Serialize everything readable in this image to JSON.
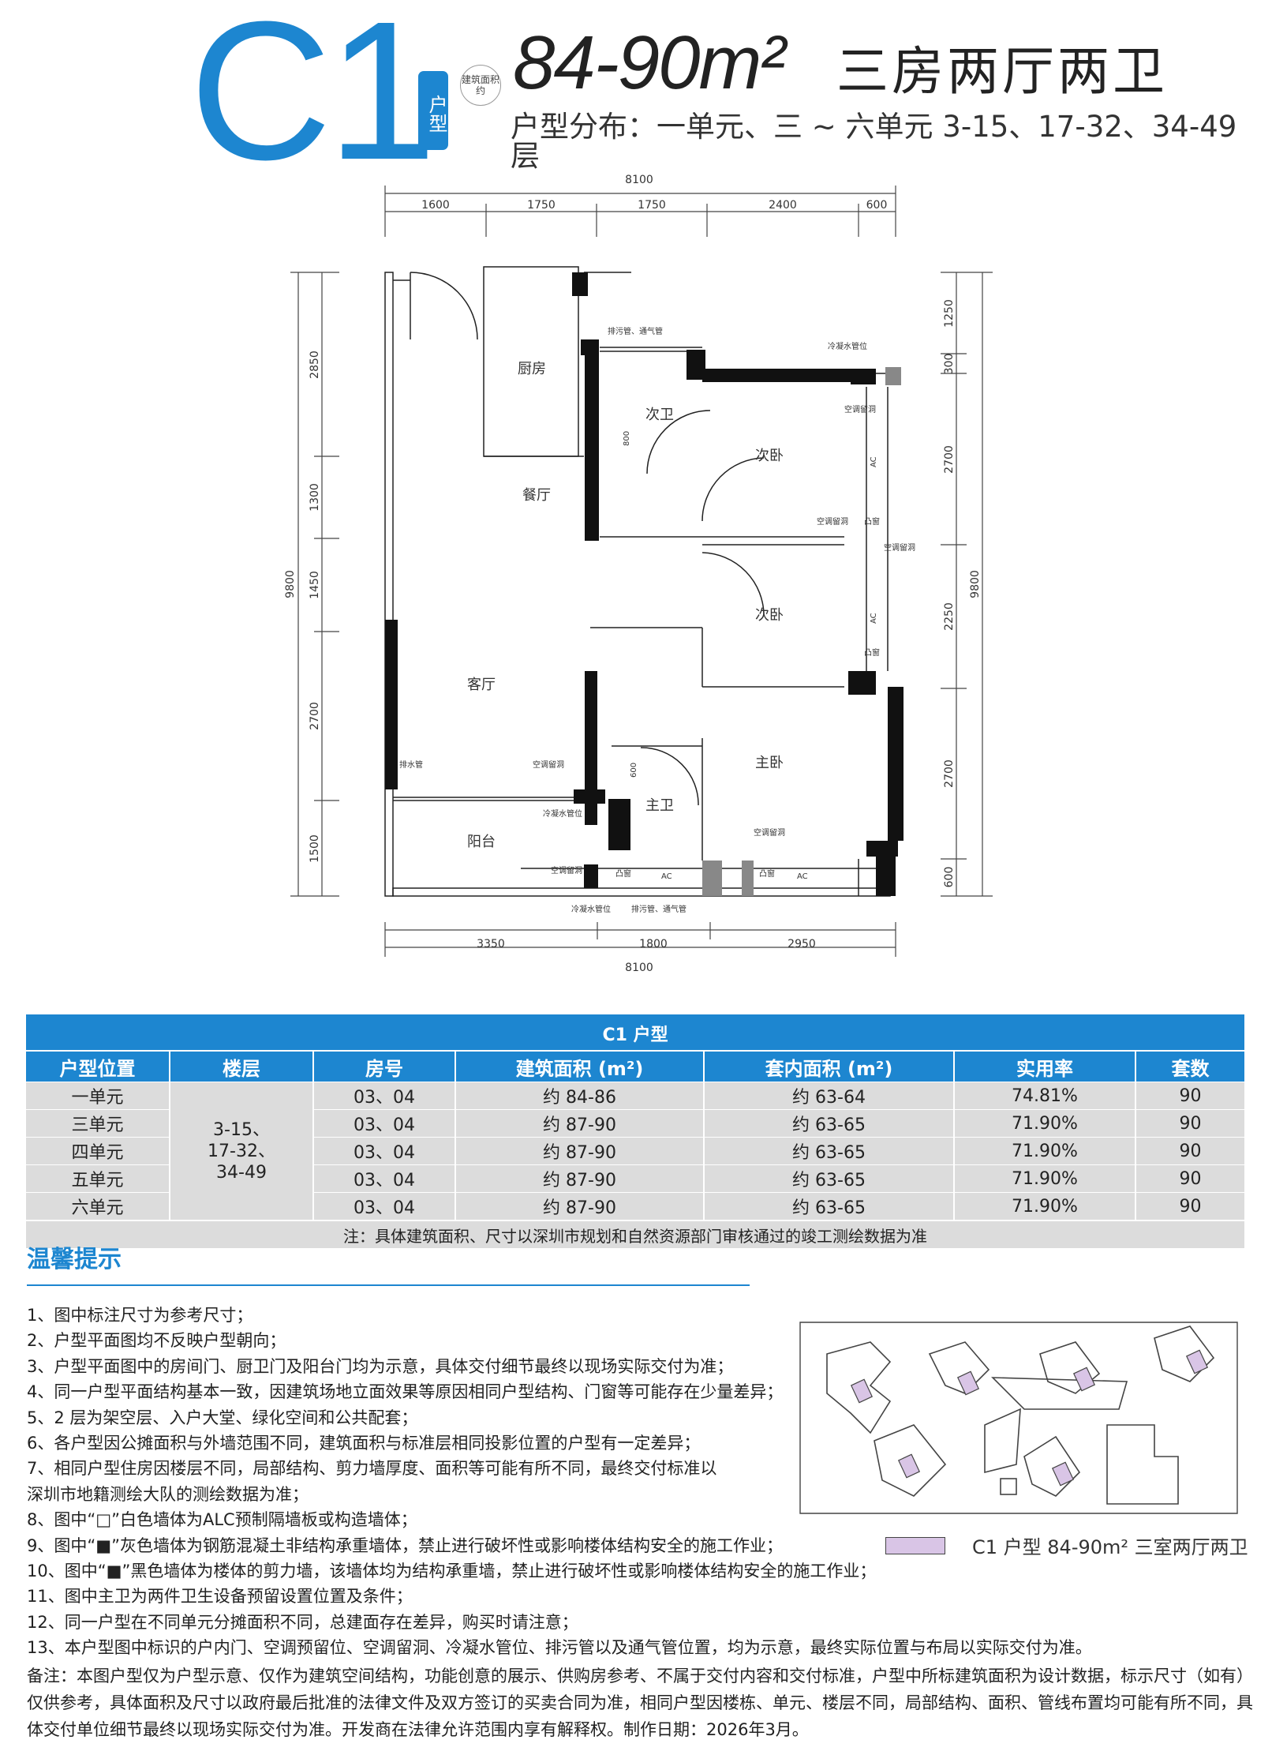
{
  "header": {
    "code": "C1",
    "type_tag": "户型",
    "area_tag": "建筑面积约",
    "area_range": "84-90m²",
    "layout": "三房两厅两卫",
    "distribution": "户型分布：一单元、三 ~ 六单元 3-15、17-32、34-49 层"
  },
  "plan": {
    "dims_top_total": "8100",
    "dims_top": [
      "1600",
      "1750",
      "1750",
      "2400",
      "600"
    ],
    "dims_bottom": [
      "3350",
      "1800",
      "2950"
    ],
    "dims_bottom_total": "8100",
    "dims_left": [
      "2850",
      "1300",
      "1450",
      "2700",
      "1500"
    ],
    "dims_left_total": "9800",
    "dims_right": [
      "1250",
      "300",
      "2700",
      "2250",
      "2700",
      "600"
    ],
    "dims_right_total": "9800",
    "rooms": {
      "kitchen": "厨房",
      "second_bath": "次卫",
      "dining": "餐厅",
      "bedroom2a": "次卧",
      "bedroom2b": "次卧",
      "living": "客厅",
      "master_bedroom": "主卧",
      "master_bath": "主卫",
      "balcony": "阳台"
    },
    "annotations": {
      "sewage_vent_top": "排污管、通气管",
      "condensate_top": "冷凝水管位",
      "ac_hole": "空调留洞",
      "ac_pos": "AC",
      "platform": "凸窗",
      "drain_pipe": "排水管",
      "condensate_bottom": "冷凝水管位",
      "sewage_vent_bottom": "排污管、通气管",
      "dim_800": "800",
      "dim_600": "600"
    }
  },
  "table": {
    "title": "C1 户型",
    "headers": [
      "户型位置",
      "楼层",
      "房号",
      "建筑面积 (m²)",
      "套内面积 (m²)",
      "实用率",
      "套数"
    ],
    "floor_lines": [
      "3-15、",
      "17-32、",
      "34-49"
    ],
    "rows": [
      {
        "unit": "一单元",
        "room": "03、04",
        "gfa": "约 84-86",
        "inner": "约 63-64",
        "ratio": "74.81%",
        "count": "90"
      },
      {
        "unit": "三单元",
        "room": "03、04",
        "gfa": "约 87-90",
        "inner": "约 63-65",
        "ratio": "71.90%",
        "count": "90"
      },
      {
        "unit": "四单元",
        "room": "03、04",
        "gfa": "约 87-90",
        "inner": "约 63-65",
        "ratio": "71.90%",
        "count": "90"
      },
      {
        "unit": "五单元",
        "room": "03、04",
        "gfa": "约 87-90",
        "inner": "约 63-65",
        "ratio": "71.90%",
        "count": "90"
      },
      {
        "unit": "六单元",
        "room": "03、04",
        "gfa": "约 87-90",
        "inner": "约 63-65",
        "ratio": "71.90%",
        "count": "90"
      }
    ],
    "note": "注：具体建筑面积、尺寸以深圳市规划和自然资源部门审核通过的竣工测绘数据为准"
  },
  "tips": {
    "title": "温馨提示",
    "items": [
      "1、图中标注尺寸为参考尺寸；",
      "2、户型平面图均不反映户型朝向；",
      "3、户型平面图中的房间门、厨卫门及阳台门均为示意，具体交付细节最终以现场实际交付为准；",
      "4、同一户型平面结构基本一致，因建筑场地立面效果等原因相同户型结构、门窗等可能存在少量差异；",
      "5、2 层为架空层、入户大堂、绿化空间和公共配套；",
      "6、各户型因公摊面积与外墙范围不同，建筑面积与标准层相同投影位置的户型有一定差异；",
      "7、相同户型住房因楼层不同，局部结构、剪力墙厚度、面积等可能有所不同，最终交付标准以",
      "深圳市地籍测绘大队的测绘数据为准；",
      "8、图中“□”白色墙体为ALC预制隔墙板或构造墙体；",
      "9、图中“■”灰色墙体为钢筋混凝土非结构承重墙体，禁止进行破坏性或影响楼体结构安全的施工作业；",
      "10、图中“■”黑色墙体为楼体的剪力墙，该墙体均为结构承重墙，禁止进行破坏性或影响楼体结构安全的施工作业；",
      "11、图中主卫为两件卫生设备预留设置位置及条件；",
      "12、同一户型在不同单元分摊面积不同，总建面存在差异，购买时请注意；",
      "13、本户型图中标识的户内门、空调预留位、空调留洞、冷凝水管位、排污管以及通气管位置，均为示意，最终实际位置与布局以实际交付为准。"
    ],
    "remark": "备注：本图户型仅为户型示意、仅作为建筑空间结构，功能创意的展示、供购房参考、不属于交付内容和交付标准，户型中所标建筑面积为设计数据，标示尺寸（如有）仅供参考，具体面积及尺寸以政府最后批准的法律文件及双方签订的买卖合同为准，相同户型因楼栋、单元、楼层不同，局部结构、面积、管线布置均可能有所不同，具体交付单位细节最终以现场实际交付为准。开发商在法律允许范围内享有解释权。制作日期：2026年3月。"
  },
  "legend": {
    "text": "C1 户型 84-90m² 三室两厅两卫",
    "color": "#d9c5e6"
  },
  "colors": {
    "accent": "#1d86d0",
    "table_row": "#dcdcdc",
    "wall": "#111111",
    "gray_wall": "#888888"
  }
}
